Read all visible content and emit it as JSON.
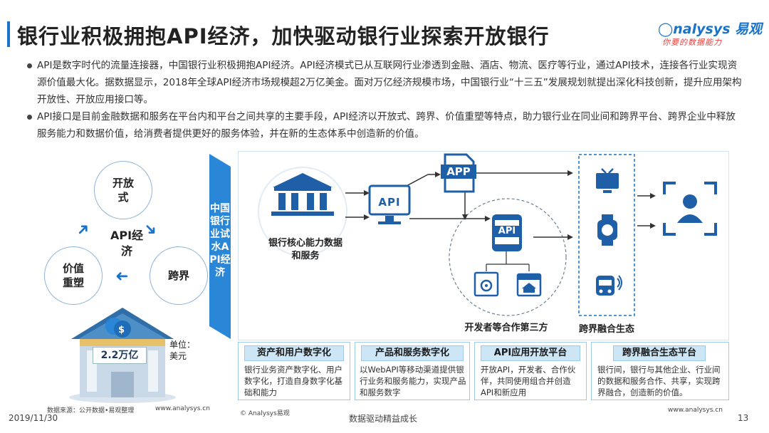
{
  "title": "银行业积极拥抱API经济，加快驱动银行业探索开放银行",
  "logo": {
    "brand": "nalysys",
    "brand_cn": "易观",
    "slogan": "你要的数据能力"
  },
  "bullets": [
    "API是数字时代的流量连接器，中国银行业积极拥抱API经济。API经济模式已从互联网行业渗透到金融、酒店、物流、医疗等行业，通过API技术，连接各行业实现资源价值最大化。据数据显示，2018年全球API经济市场规模超2万亿美金。面对万亿经济规模市场，中国银行业“十三五”发展规划就提出深化科技创新，提升应用架构开放性、开放应用接口等。",
    "API接口是目前金融数据和服务在平台内和平台之间共享的主要手段，API经济以开放式、跨界、价值重塑等特点，助力银行业在同业间和跨界平台、跨界企业中释放服务能力和数据价值，给消费者提供更好的服务体验，并在新的生态体系中创造新的价值。"
  ],
  "cycle": {
    "top": "开放式",
    "right": "跨界",
    "left": "价值重塑",
    "center": "API经济"
  },
  "house": {
    "amount": "2.2万亿",
    "unit": "单位：美元"
  },
  "source": "数据来源：公开数据•易观整理",
  "url_left": "www.analysys.cn",
  "vertical_banner": "中国银行业试水API经济",
  "diagram": {
    "bank_label": "银行核心能力数据和服务",
    "api_box": "API",
    "app_label": "APP",
    "api_small": "API",
    "dev_label": "开发者等合作第三方",
    "eco_label": "跨界融合生态"
  },
  "steps": [
    {
      "title": "资产和用户数字化",
      "body": "银行业务资产数字化、用户数字化，打造自身数字化基础和能力"
    },
    {
      "title": "产品和服务数字化",
      "body": "以WebAPI等移动渠道提供银行业务和服务能力，实现产品和服务数字"
    },
    {
      "title": "API应用开放平台",
      "body": "开放API，开发者、合作伙伴，共同使用组合并创造API和新应用"
    },
    {
      "title": "跨界融合生态平台",
      "body": "银行间，银行与其他企业、行业间的数据和服务合作、共享，实现跨界融合，创造新的价值。"
    }
  ],
  "footer": {
    "date": "2019/11/30",
    "copyright": "© Analysys易观",
    "slogan": "数据驱动精益成长",
    "url": "www.analysys.cn",
    "page": "13"
  },
  "colors": {
    "accent": "#1a73c8",
    "banner": "#2a86d6",
    "box_border": "#9ecbea",
    "box_fill": "#cde6f6",
    "brand_red": "#e8403c"
  }
}
